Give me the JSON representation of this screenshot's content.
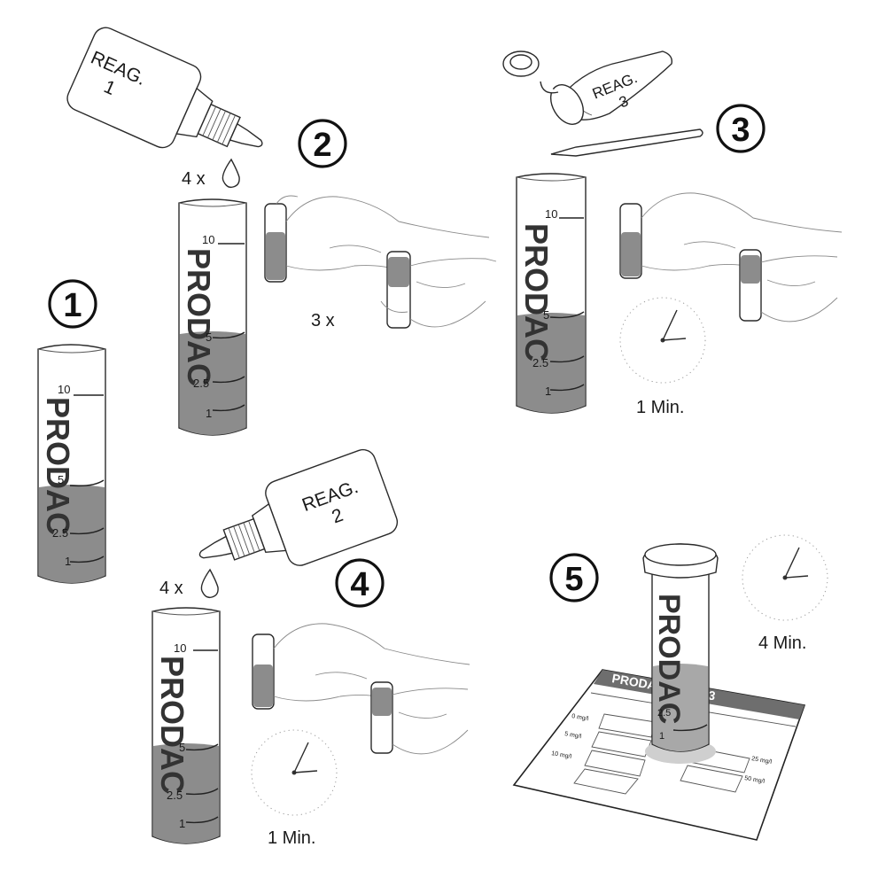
{
  "steps": [
    {
      "number": "1"
    },
    {
      "number": "2",
      "drops_label": "4 x",
      "shake_label": "3 x"
    },
    {
      "number": "3",
      "time_label": "1 Min."
    },
    {
      "number": "4",
      "drops_label": "4 x",
      "time_label": "1 Min."
    },
    {
      "number": "5",
      "time_label": "4 Min."
    }
  ],
  "reagents": {
    "reagent_1": {
      "line1": "REAG.",
      "line2": "1"
    },
    "reagent_2": {
      "line1": "REAG.",
      "line2": "2"
    },
    "reagent_3": {
      "line1": "REAG.",
      "line2": "3"
    }
  },
  "tube": {
    "brand": "PRODAC",
    "scale": [
      "10",
      "5",
      "2.5",
      "1"
    ]
  },
  "color_chart": {
    "title": "PRODACtest NO3",
    "labels_left": [
      "0 mg/l",
      "5 mg/l",
      "10 mg/l"
    ],
    "labels_right": [
      "25 mg/l",
      "50 mg/l"
    ]
  },
  "colors": {
    "ink": "#2a2a2a",
    "liquid": "#8c8c8c",
    "chart_header": "#6e6e6e"
  }
}
